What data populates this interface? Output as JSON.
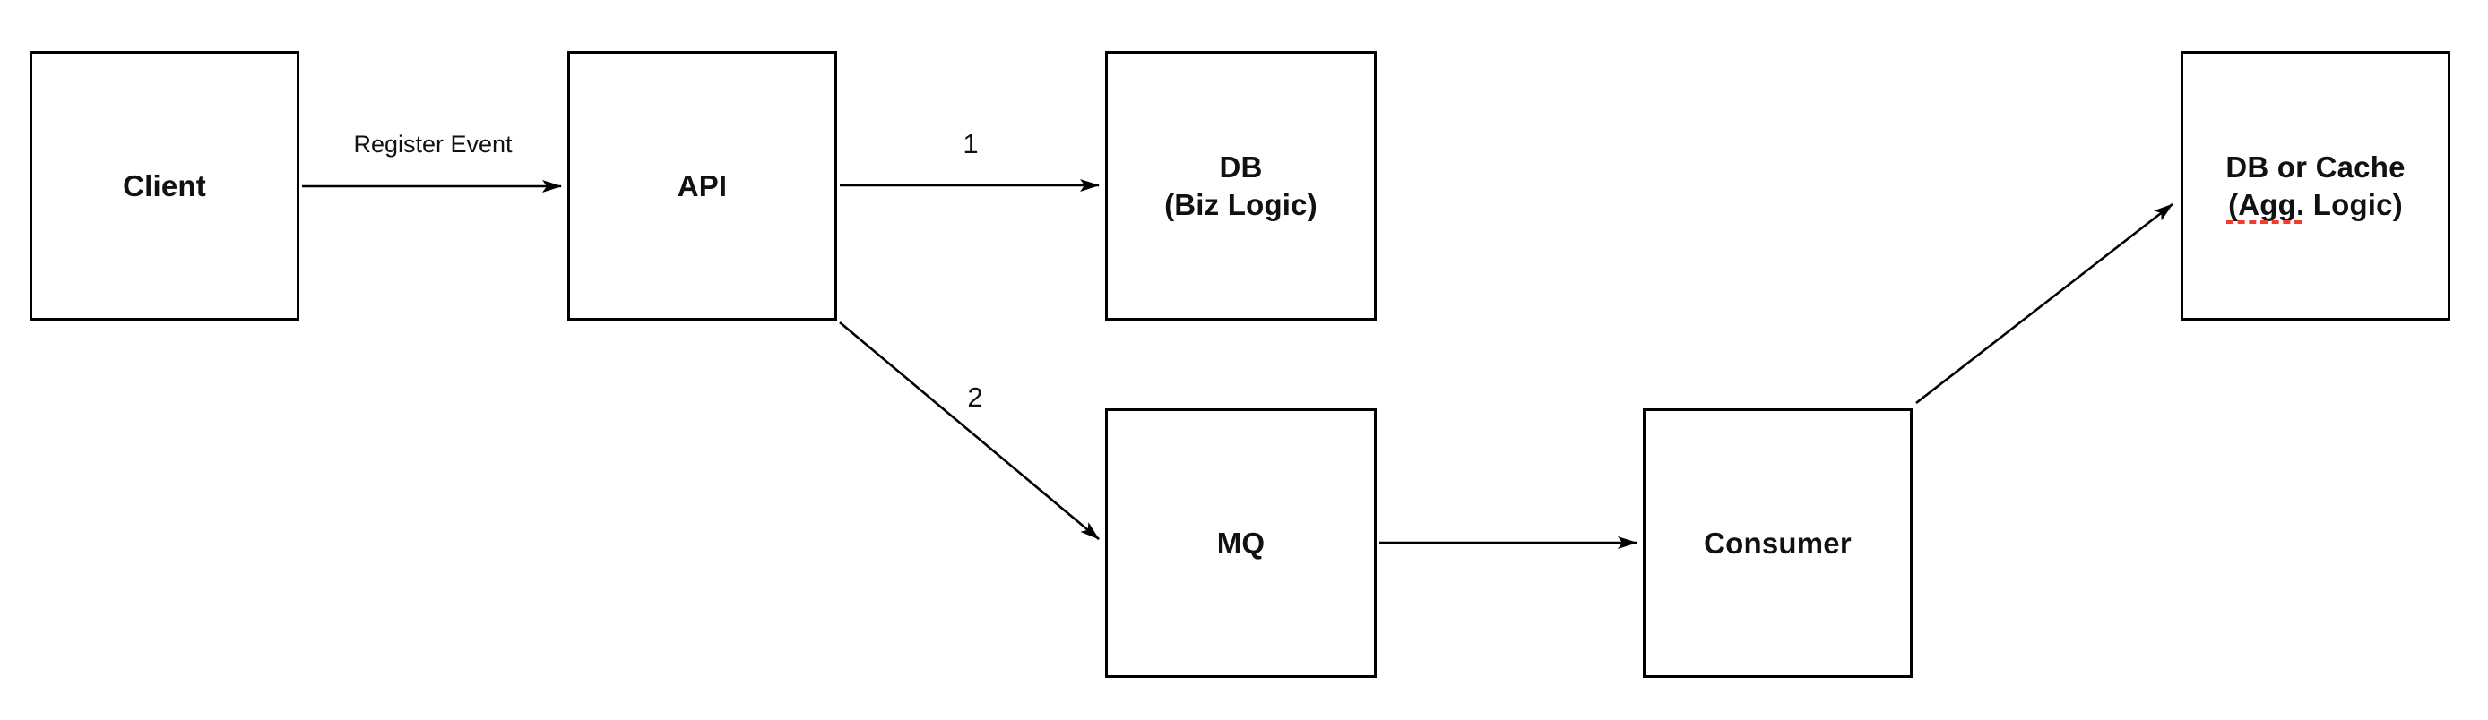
{
  "diagram": {
    "background": "#ffffff",
    "stroke_color": "#000000",
    "spellcheck_underline_color": "#f43a2a",
    "nodes": {
      "client": {
        "label": "Client"
      },
      "api": {
        "label": "API"
      },
      "db_biz": {
        "line1": "DB",
        "line2": "(Biz Logic)"
      },
      "mq": {
        "label": "MQ"
      },
      "consumer": {
        "label": "Consumer"
      },
      "db_cache": {
        "line1": "DB or Cache",
        "line2": "(Agg. Logic)"
      }
    },
    "edges": [
      {
        "id": "client-to-api",
        "from": "client",
        "to": "api",
        "label": "Register Event"
      },
      {
        "id": "api-to-db-biz",
        "from": "api",
        "to": "db_biz",
        "label": "1"
      },
      {
        "id": "api-to-mq",
        "from": "api",
        "to": "mq",
        "label": "2"
      },
      {
        "id": "mq-to-consumer",
        "from": "mq",
        "to": "consumer",
        "label": ""
      },
      {
        "id": "consumer-to-db-cache",
        "from": "consumer",
        "to": "db_cache",
        "label": ""
      }
    ]
  }
}
